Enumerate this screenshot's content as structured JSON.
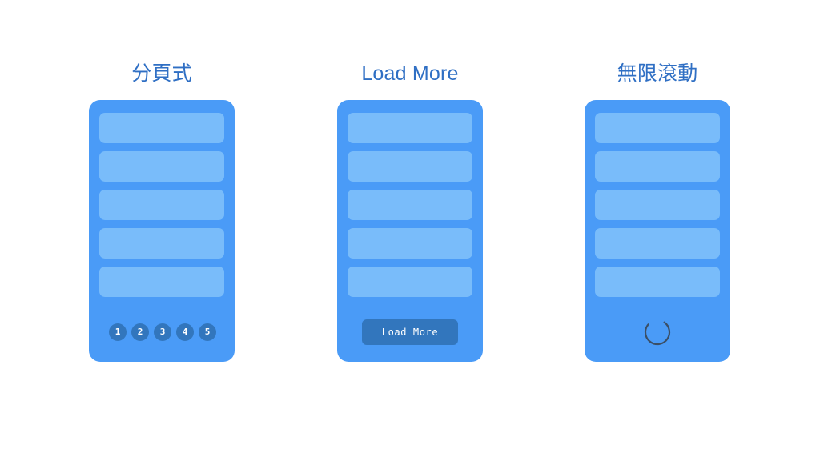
{
  "page": {
    "background": "#ffffff",
    "title_color": "#2f6fc4",
    "frame_color": "#4a9bf7",
    "card_color": "#79bcfa",
    "accent_color": "#3276bd",
    "spinner_color": "#3b4f66"
  },
  "columns": [
    {
      "title": "分頁式",
      "footer_type": "pagination",
      "cards": [
        "",
        "",
        "",
        "",
        ""
      ],
      "pagination": {
        "pages": [
          "1",
          "2",
          "3",
          "4",
          "5"
        ],
        "active": "1"
      }
    },
    {
      "title": "Load More",
      "footer_type": "button",
      "cards": [
        "",
        "",
        "",
        "",
        ""
      ],
      "button": {
        "label": "Load More"
      }
    },
    {
      "title": "無限滾動",
      "footer_type": "spinner",
      "cards": [
        "",
        "",
        "",
        "",
        ""
      ],
      "spinner": {
        "icon": "loading-spinner-icon"
      }
    }
  ]
}
